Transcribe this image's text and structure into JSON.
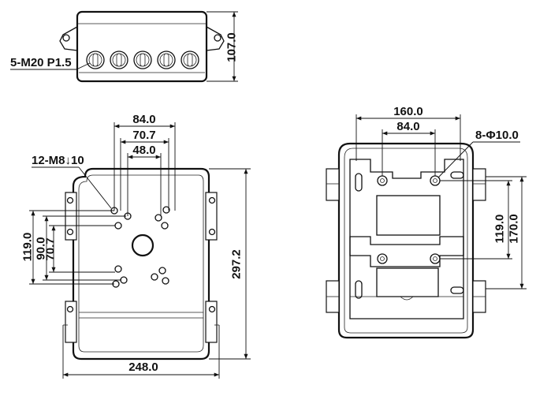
{
  "top_view": {
    "height_dim": "107.0",
    "cable_gland_label": "5-M20 P1.5"
  },
  "front_view": {
    "width_dims": [
      "84.0",
      "70.7",
      "48.0"
    ],
    "thread_label": "12-M8↓10",
    "left_dims": [
      "119.0",
      "90.0",
      "70.7"
    ],
    "height_dim": "297.2",
    "bottom_width_dim": "248.0"
  },
  "rear_view": {
    "width_dims": [
      "160.0",
      "84.0"
    ],
    "hole_label": "8-Φ10.0",
    "right_dims": [
      "119.0",
      "170.0"
    ]
  }
}
